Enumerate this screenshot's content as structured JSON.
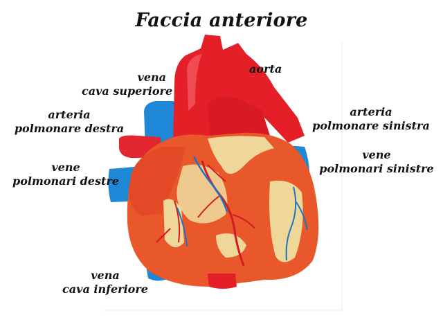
{
  "title": "Faccia anteriore",
  "labels": {
    "aorta": "aorta",
    "vena_cava_superiore": [
      "vena",
      "cava superiore"
    ],
    "arteria_polmonare_destra": [
      "arteria",
      "polmonare destra"
    ],
    "vene_polmonari_destre": [
      "vene",
      "polmonari destre"
    ],
    "vena_cava_inferiore": [
      "vena",
      "cava inferiore"
    ],
    "arteria_polmonare_sinistra": [
      "arteria",
      "polmonare sinistra"
    ],
    "vene_polmonari_sinistre": [
      "vene",
      "polmonari sinistre"
    ]
  },
  "colors": {
    "vein_blue": "#1e88d6",
    "artery_red": "#e8202a",
    "myocardium": "#e8582a",
    "fat_yellow": "#efd79a",
    "background": "#ffffff"
  }
}
